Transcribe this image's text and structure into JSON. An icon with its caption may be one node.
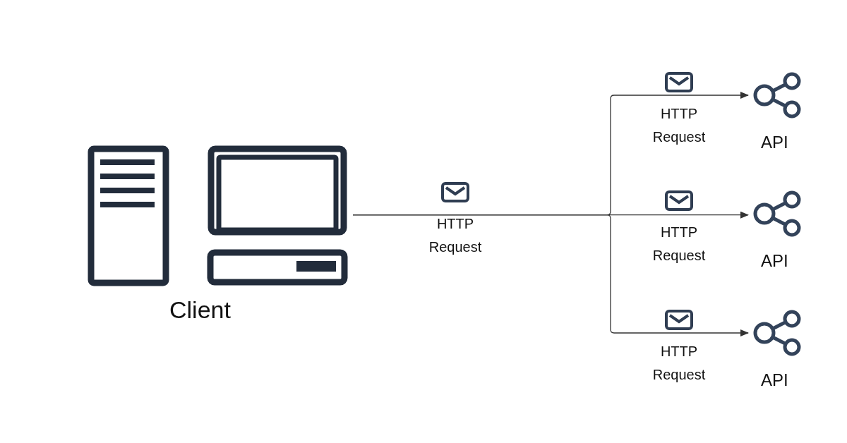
{
  "diagram": {
    "nodes": [
      {
        "text": [
          "Client"
        ]
      },
      {
        "text": [
          "API"
        ]
      },
      {
        "text": [
          "API"
        ]
      },
      {
        "text": [
          "API"
        ]
      }
    ],
    "edges": [
      {
        "from": 0,
        "to": 1,
        "arrow": "to",
        "label": "HTTP Request"
      },
      {
        "from": 0,
        "to": 2,
        "arrow": "to",
        "label": "HTTP Request"
      },
      {
        "from": 0,
        "to": 3,
        "arrow": "to",
        "label": "HTTP Request"
      }
    ],
    "labels": [
      "HTTP Request"
    ]
  }
}
